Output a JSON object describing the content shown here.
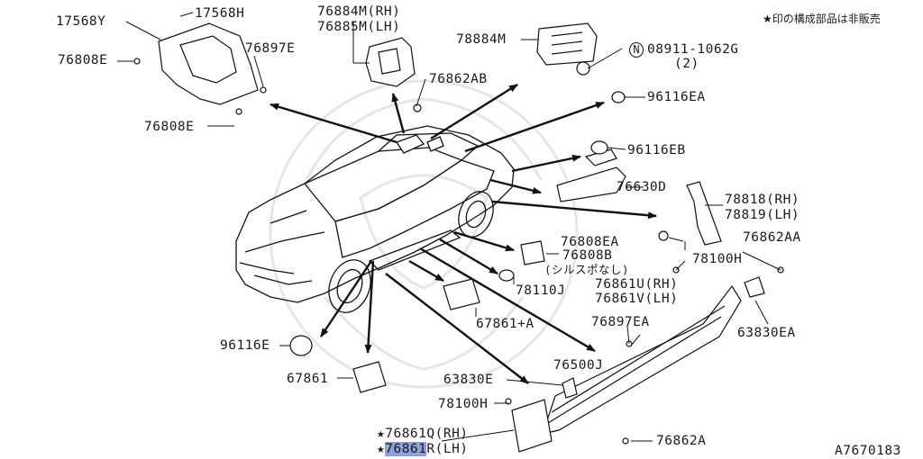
{
  "diagram_id": "A7670183",
  "note": "★印の構成部品は非販売",
  "star": "★",
  "parts": {
    "p17568Y": "17568Y",
    "p17568H": "17568H",
    "p76808E_left": "76808E",
    "p76897E": "76897E",
    "p76808E_bottom": "76808E",
    "p76884M": "76884M(RH)",
    "p76885M": "76885M(LH)",
    "p76862AB": "76862AB",
    "p78884M": "78884M",
    "p08911_n": "N",
    "p08911": "08911-1062G",
    "p08911_qty": "(2)",
    "p96116EA": "96116EA",
    "p96116EB": "96116EB",
    "p76630D": "76630D",
    "p78818": "78818(RH)",
    "p78819": "78819(LH)",
    "p76808EA": "76808EA",
    "p76862AA": "76862AA",
    "p76808B": "76808B",
    "p76808B_note": "(シルスポなし)",
    "p78100H_right": "78100H",
    "p78110J": "78110J",
    "p76861U": "76861U(RH)",
    "p76861V": "76861V(LH)",
    "p67861A": "67861+A",
    "p76897EA": "76897EA",
    "p63830EA": "63830EA",
    "p96116E": "96116E",
    "p76500J": "76500J",
    "p67861": "67861",
    "p63830E": "63830E",
    "p78100H_bottom": "78100H",
    "p76861Q": "76861Q(RH)",
    "p76861R_hl": "76861",
    "p76861R_rest": "R(LH)",
    "p76862A": "76862A"
  }
}
